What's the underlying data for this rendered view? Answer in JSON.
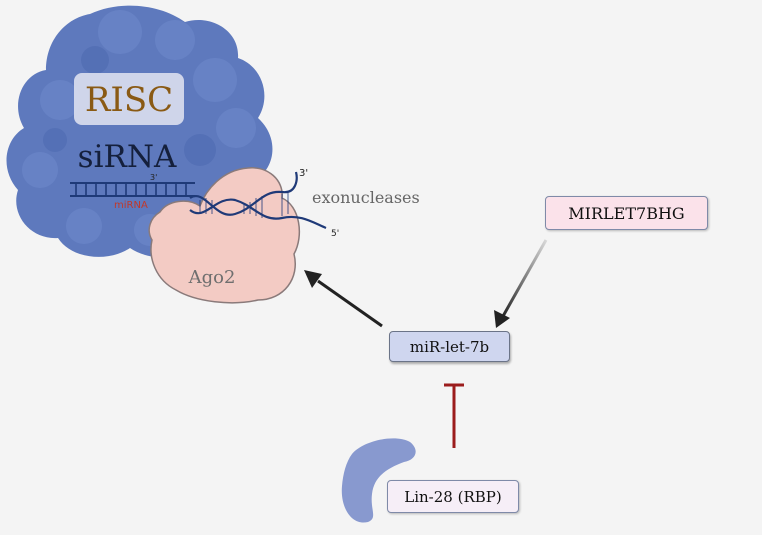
{
  "labels": {
    "risc": "RISC",
    "sirna": "siRNA",
    "mirna": "miRNA",
    "prime_3_left": "3'",
    "prime_3_right": "3'",
    "prime_5": "5'",
    "exonucleases": "exonucleases",
    "ago2": "Ago2"
  },
  "nodes": {
    "mirlet7bhg": "MIRLET7BHG",
    "mir_let_7b": "miR-let-7b",
    "lin28": "Lin-28 (RBP)"
  },
  "colors": {
    "risc_blob": "#5e79bd",
    "risc_label_bg": "#d9ddee",
    "risc_label_text": "#8a5a14",
    "ago2_fill": "#f3cbc4",
    "strand_blue": "#1f3a78",
    "mirna_red": "#c0392b",
    "inhibit_red": "#9b1c1c",
    "rbp_blob": "#8899cf"
  }
}
